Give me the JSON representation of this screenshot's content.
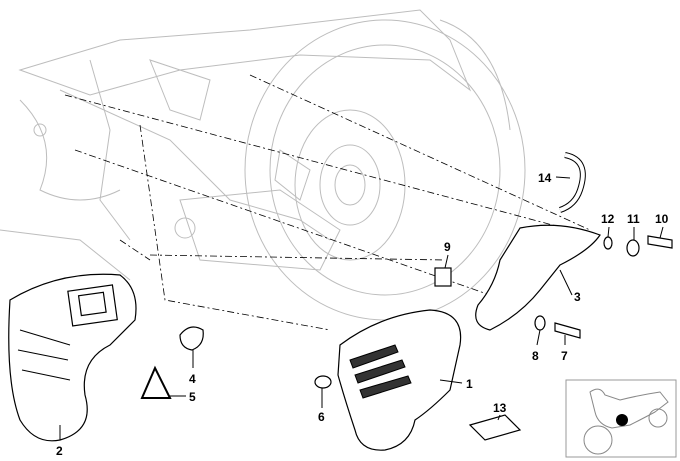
{
  "diagram": {
    "callouts": [
      {
        "id": "1",
        "label": "1"
      },
      {
        "id": "2",
        "label": "2"
      },
      {
        "id": "3",
        "label": "3"
      },
      {
        "id": "4",
        "label": "4"
      },
      {
        "id": "5",
        "label": "5"
      },
      {
        "id": "6",
        "label": "6"
      },
      {
        "id": "7",
        "label": "7"
      },
      {
        "id": "8",
        "label": "8"
      },
      {
        "id": "9",
        "label": "9"
      },
      {
        "id": "10",
        "label": "10"
      },
      {
        "id": "11",
        "label": "11"
      },
      {
        "id": "12",
        "label": "12"
      },
      {
        "id": "13",
        "label": "13"
      },
      {
        "id": "14",
        "label": "14"
      }
    ],
    "locator_marker_color": "#000000"
  }
}
